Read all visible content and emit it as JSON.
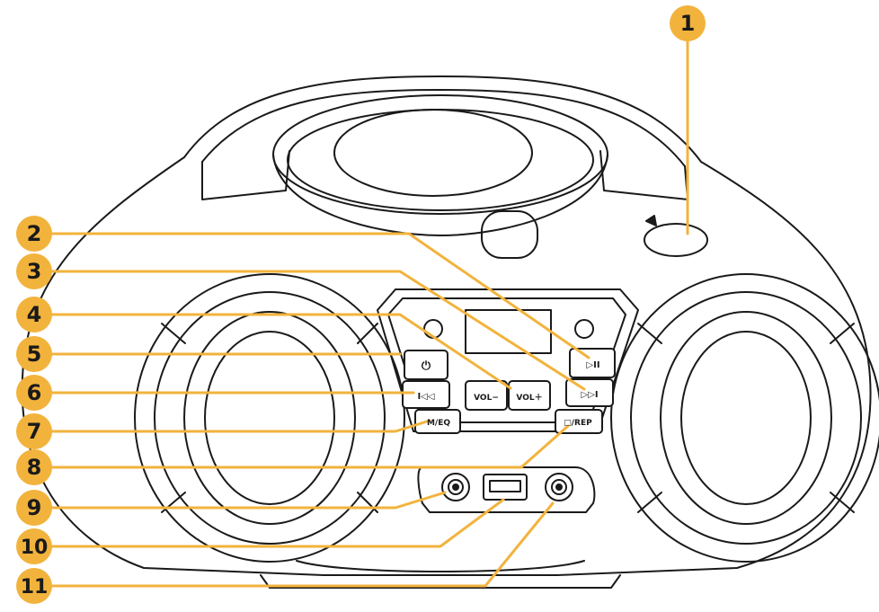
{
  "colors": {
    "callout": "#F2B33D",
    "callout_text": "#1a1a1a",
    "line_art": "#1a1a1a",
    "background": "#ffffff"
  },
  "callouts": [
    "1",
    "2",
    "3",
    "4",
    "5",
    "6",
    "7",
    "8",
    "9",
    "10",
    "11"
  ],
  "buttons": {
    "play_pause": "▷II",
    "volume_down": "VOL−",
    "volume_up": "VOL＋",
    "power": "⏻",
    "previous": "I◁◁",
    "next": "▷▷I",
    "mode_eq": "M/EQ",
    "stop_repeat": "□/REP"
  },
  "icons": {
    "power": "power-icon",
    "lid_open_arrow": "arrow-icon"
  }
}
